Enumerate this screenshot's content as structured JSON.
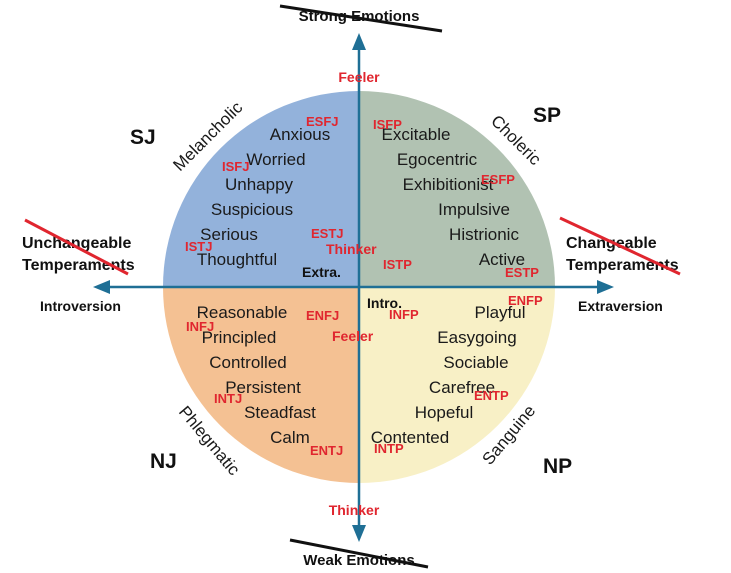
{
  "axes": {
    "top": "Strong Emotions",
    "bottom": "Weak Emotions",
    "left": "Introversion",
    "right": "Extraversion",
    "top_inner": "Feeler",
    "bottom_inner": "Thinker"
  },
  "sides": {
    "left_line1": "Unchangeable",
    "left_line2": "Temperaments",
    "right_line1": "Changeable",
    "right_line2": "Temperaments"
  },
  "quadrant_codes": {
    "tl": "SJ",
    "tr": "SP",
    "bl": "NJ",
    "br": "NP"
  },
  "temperaments": {
    "tl": "Melancholic",
    "tr": "Choleric",
    "bl": "Phlegmatic",
    "br": "Sanguine"
  },
  "traits": {
    "tl": [
      "Anxious",
      "Worried",
      "Unhappy",
      "Suspicious",
      "Serious",
      "Thoughtful"
    ],
    "tr": [
      "Excitable",
      "Egocentric",
      "Exhibitionist",
      "Impulsive",
      "Histrionic",
      "Active"
    ],
    "bl": [
      "Reasonable",
      "Principled",
      "Controlled",
      "Persistent",
      "Steadfast",
      "Calm"
    ],
    "br": [
      "Playful",
      "Easygoing",
      "Sociable",
      "Carefree",
      "Hopeful",
      "Contented"
    ]
  },
  "center": {
    "extra": "Extra.",
    "intro": "Intro.",
    "thinker": "Thinker",
    "feeler": "Feeler"
  },
  "types": {
    "esfj": "ESFJ",
    "isfj": "ISFJ",
    "istj": "ISTJ",
    "estj": "ESTJ",
    "isfp": "ISFP",
    "esfp": "ESFP",
    "istp": "ISTP",
    "estp": "ESTP",
    "infj": "INFJ",
    "enfj": "ENFJ",
    "intj": "INTJ",
    "entj": "ENTJ",
    "enfp": "ENFP",
    "infp": "INFP",
    "entp": "ENTP",
    "intp": "INTP"
  },
  "colors": {
    "melancholic": "#93b2db",
    "choleric": "#b1c2b2",
    "phlegmatic": "#f4c193",
    "sanguine": "#f8f0c6",
    "axis": "#1f6f95",
    "type_red": "#e0262f"
  }
}
